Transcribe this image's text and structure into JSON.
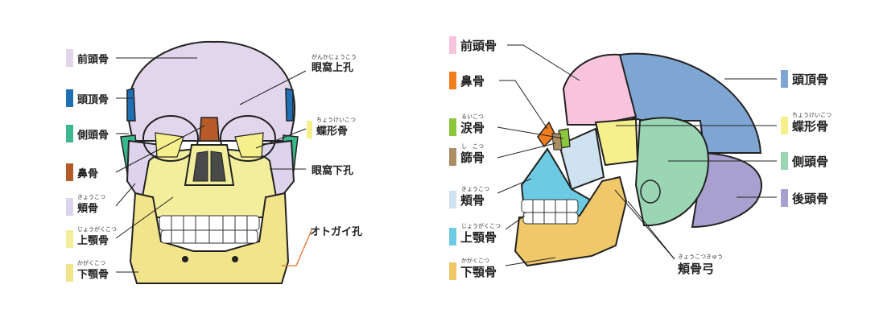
{
  "colors": {
    "frontal": "#e2d6ec",
    "parietal": "#1f6fb5",
    "temporal": "#3ab88b",
    "nasal": "#b65a2a",
    "zygomatic": "#ddd3ec",
    "maxilla": "#f2ee9c",
    "mandible": "#f1e48a",
    "side_frontal": "#f7c4dc",
    "side_nasal": "#f07e1e",
    "side_lacrimal": "#8cc63e",
    "side_ethmoid": "#ab8d63",
    "side_zygomatic": "#cfe2ef",
    "side_maxilla": "#6ccbe3",
    "side_mandible": "#f0c86a",
    "side_parietal": "#7fa6d3",
    "side_sphenoid": "#f5ef8c",
    "side_temporal": "#9bd6b4",
    "side_occipital": "#a8a0cf"
  },
  "front_view": {
    "labels_left": [
      {
        "text": "前頭骨",
        "ruby": ""
      },
      {
        "text": "頭頂骨",
        "ruby": ""
      },
      {
        "text": "側頭骨",
        "ruby": ""
      },
      {
        "text": "鼻骨",
        "ruby": ""
      },
      {
        "text": "頬骨",
        "ruby": "きょうこつ"
      },
      {
        "text": "上顎骨",
        "ruby": "じょうがくこつ"
      },
      {
        "text": "下顎骨",
        "ruby": "かがくこつ"
      }
    ],
    "labels_right": [
      {
        "text": "眼窩上孔",
        "ruby": "がんかじょうこう"
      },
      {
        "text": "蝶形骨",
        "ruby": "ちょうけいこつ"
      },
      {
        "text": "眼窩下孔",
        "ruby": ""
      },
      {
        "text": "オトガイ孔",
        "ruby": ""
      }
    ]
  },
  "side_view": {
    "labels_left": [
      {
        "text": "前頭骨",
        "ruby": ""
      },
      {
        "text": "鼻骨",
        "ruby": ""
      },
      {
        "text": "涙骨",
        "ruby": "るいこつ"
      },
      {
        "text": "篩骨",
        "ruby": "し　こつ"
      },
      {
        "text": "頬骨",
        "ruby": "きょうこつ"
      },
      {
        "text": "上顎骨",
        "ruby": "じょうがくこつ"
      },
      {
        "text": "下顎骨",
        "ruby": "かがくこつ"
      }
    ],
    "labels_right": [
      {
        "text": "頭頂骨",
        "ruby": ""
      },
      {
        "text": "蝶形骨",
        "ruby": "ちょうけいこつ"
      },
      {
        "text": "側頭骨",
        "ruby": ""
      },
      {
        "text": "後頭骨",
        "ruby": ""
      }
    ],
    "label_bottom": {
      "text": "頬骨弓",
      "ruby": "きょうこつきゅう"
    }
  }
}
